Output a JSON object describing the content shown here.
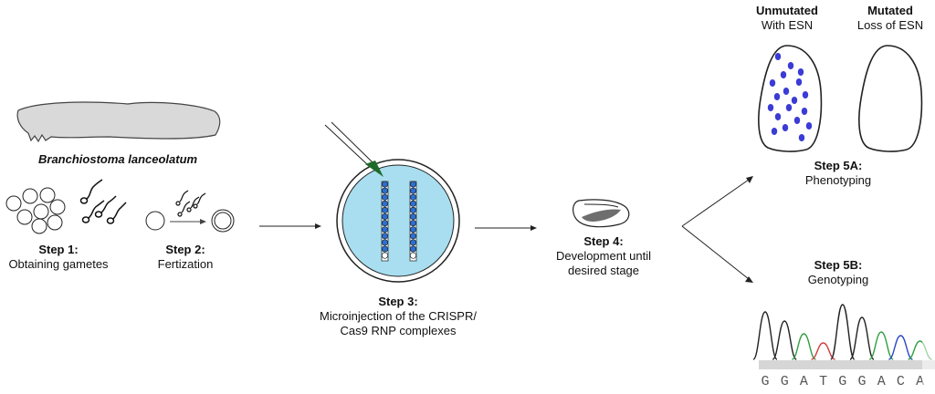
{
  "species": "Branchiostoma lanceolatum",
  "steps": {
    "step1": {
      "title": "Step 1:",
      "desc": "Obtaining gametes"
    },
    "step2": {
      "title": "Step 2:",
      "desc": "Fertization"
    },
    "step3": {
      "title": "Step 3:",
      "desc_line1": "Microinjection of the CRISPR/",
      "desc_line2": "Cas9 RNP complexes"
    },
    "step4": {
      "title": "Step 4:",
      "desc_line1": "Development until",
      "desc_line2": "desired stage"
    },
    "step5a": {
      "title": "Step 5A:",
      "desc": "Phenotyping"
    },
    "step5b": {
      "title": "Step 5B:",
      "desc": "Genotyping"
    }
  },
  "phenotypes": {
    "unmutated": {
      "title": "Unmutated",
      "desc": "With ESN"
    },
    "mutated": {
      "title": "Mutated",
      "desc": "Loss of ESN"
    }
  },
  "sequence": [
    "G",
    "G",
    "A",
    "T",
    "G",
    "G",
    "A",
    "C",
    "A"
  ],
  "colors": {
    "dish": "#a8def0",
    "esn_dot": "#3b3bd6",
    "trace_a": "#2f9e3f",
    "trace_c": "#2a45c8",
    "trace_g": "#222222",
    "trace_t": "#d23a3a",
    "needle_tip": "#1f6b2a"
  }
}
